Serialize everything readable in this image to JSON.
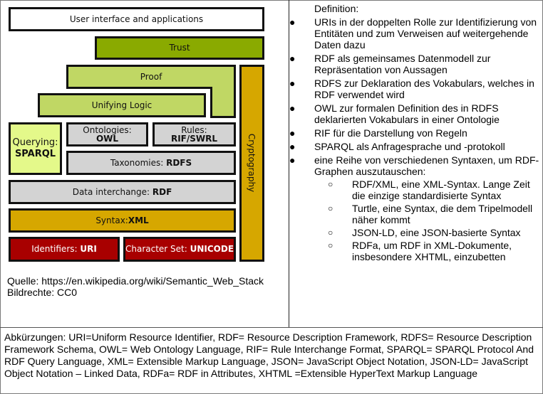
{
  "diagram": {
    "user_interface": "User interface and applications",
    "trust": "Trust",
    "proof": "Proof",
    "unifying_logic": "Unifying Logic",
    "cryptography": "Cryptography",
    "querying": {
      "label": "Querying:",
      "value": "SPARQL"
    },
    "ontologies": {
      "label": "Ontologies:",
      "value": "OWL"
    },
    "rules": {
      "label": "Rules:",
      "value": "RIF/SWRL"
    },
    "taxonomies": {
      "label": "Taxonomies: ",
      "value": "RDFS"
    },
    "data_interchange": {
      "label": "Data interchange: ",
      "value": "RDF"
    },
    "syntax": {
      "label": "Syntax:",
      "value": "XML"
    },
    "identifiers": {
      "label": "Identifiers: ",
      "value": "URI"
    },
    "charset": {
      "label": "Character Set: ",
      "value": "UNICODE"
    },
    "colors": {
      "trust": "#8aaa00",
      "light_green": "#c0d764",
      "querying": "#e4f98a",
      "grey": "#d3d3d3",
      "gold": "#d6a700",
      "red": "#a80000"
    }
  },
  "source": {
    "line1": "Quelle: https://en.wikipedia.org/wiki/Semantic_Web_Stack",
    "line2": "Bildrechte: CC0"
  },
  "definition": {
    "title": "Definition:",
    "items": [
      "URIs in der doppelten Rolle zur Identifizierung von Entitäten und zum Verweisen auf weitergehende Daten dazu",
      "RDF als gemeinsames Datenmodell zur Repräsentation von Aussagen",
      "RDFS zur Deklaration des Vokabulars, welches in RDF verwendet wird",
      "OWL zur formalen Definition des in RDFS deklarierten Vokabulars in einer Ontologie",
      "RIF für die Darstellung von Regeln",
      "SPARQL als Anfragesprache und -protokoll",
      "eine Reihe von verschiedenen Syntaxen, um RDF-Graphen auszutauschen:"
    ],
    "subitems": [
      "RDF/XML, eine XML-Syntax. Lange Zeit die einzige standardisierte Syntax",
      "Turtle, eine Syntax, die dem Tripelmodell näher kommt",
      "JSON-LD, eine JSON-basierte Syntax",
      "RDFa, um RDF in XML-Dokumente, insbesondere XHTML, einzubetten"
    ]
  },
  "abbreviations": "Abkürzungen: URI=Uniform Resource Identifier, RDF= Resource Description Framework, RDFS= Resource Description Framework Schema, OWL= Web Ontology Language, RIF= Rule Interchange Format, SPARQL= SPARQL Protocol And RDF Query Language, XML= Extensible Markup Language, JSON= JavaScript Object Notation, JSON-LD= JavaScript Object Notation – Linked Data, RDFa= RDF in Attributes, XHTML =Extensible HyperText Markup Language"
}
